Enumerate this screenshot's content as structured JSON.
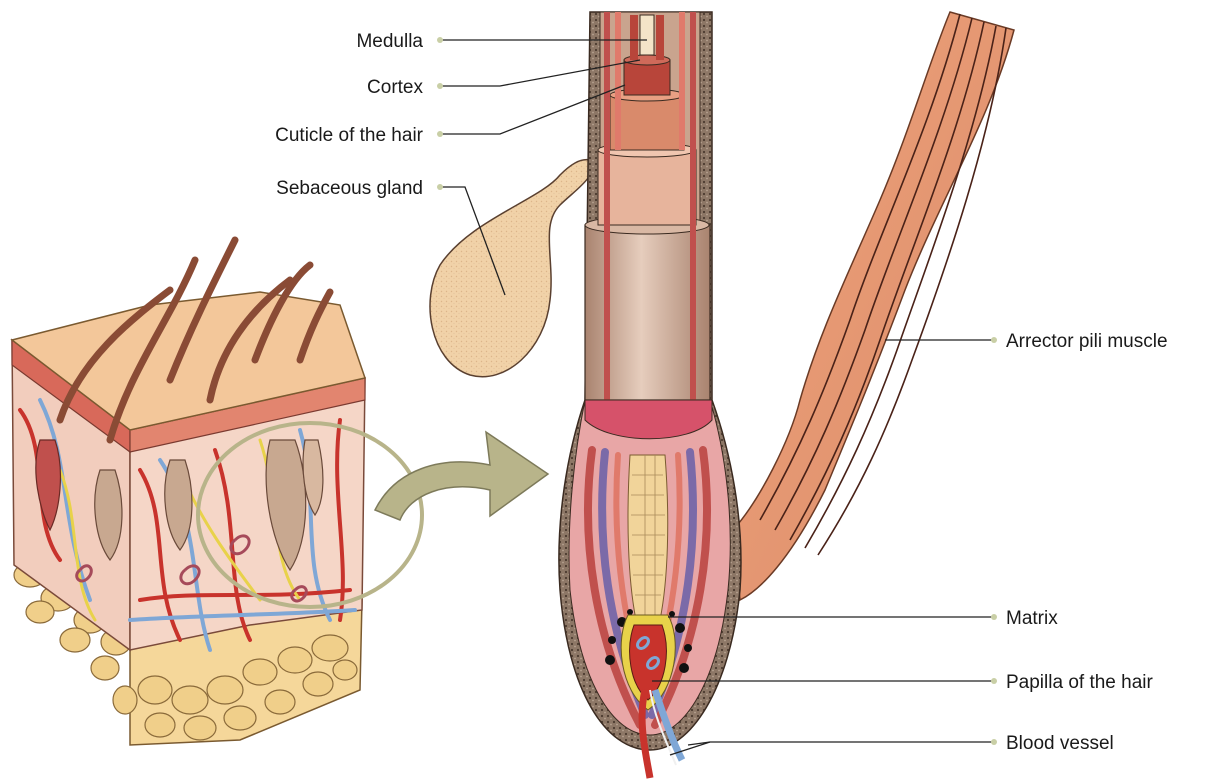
{
  "labels": {
    "medulla": "Medulla",
    "cortex": "Cortex",
    "cuticle": "Cuticle of the hair",
    "sebaceous": "Sebaceous gland",
    "arrector": "Arrector pili muscle",
    "matrix": "Matrix",
    "papilla": "Papilla of the hair",
    "blood": "Blood vessel"
  },
  "colors": {
    "skin_top": "#f3c79a",
    "dermis": "#f2cdbd",
    "fat": "#f5d79a",
    "hair": "#8a4b35",
    "muscle": "#e5936b",
    "gland": "#f1d2a8",
    "shaft_tan": "#d9b8a4",
    "sheath_red": "#c0504d",
    "sheath_purple": "#7b6aa8",
    "vessel_blue": "#7fa7d6",
    "vessel_red": "#c8332c",
    "nerve_yellow": "#e8d24a",
    "arrow": "#b8b48a",
    "leader": "#222222",
    "dot": "#c9cfa6"
  }
}
